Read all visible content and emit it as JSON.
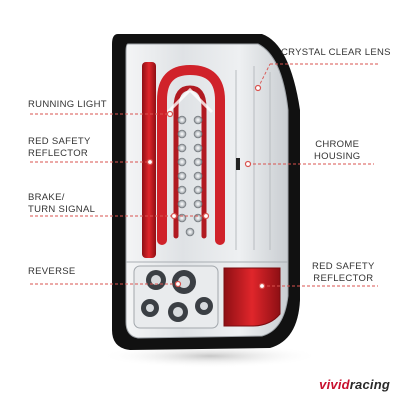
{
  "callouts": {
    "crystal_clear_lens": "CRYSTAL CLEAR LENS",
    "running_light": "RUNNING LIGHT",
    "red_safety_reflector_left_line1": "RED SAFETY",
    "red_safety_reflector_left_line2": "REFLECTOR",
    "chrome_housing_line1": "CHROME",
    "chrome_housing_line2": "HOUSING",
    "brake_turn_line1": "BRAKE/",
    "brake_turn_line2": "TURN SIGNAL",
    "reverse": "REVERSE",
    "red_safety_reflector_right_line1": "RED SAFETY",
    "red_safety_reflector_right_line2": "REFLECTOR"
  },
  "logo": {
    "part1": "vivid",
    "part2": "racing"
  },
  "colors": {
    "accent_red": "#c8102e",
    "leader_line": "#d9534f",
    "chrome": "#d8dbde",
    "housing_black": "#111111"
  }
}
